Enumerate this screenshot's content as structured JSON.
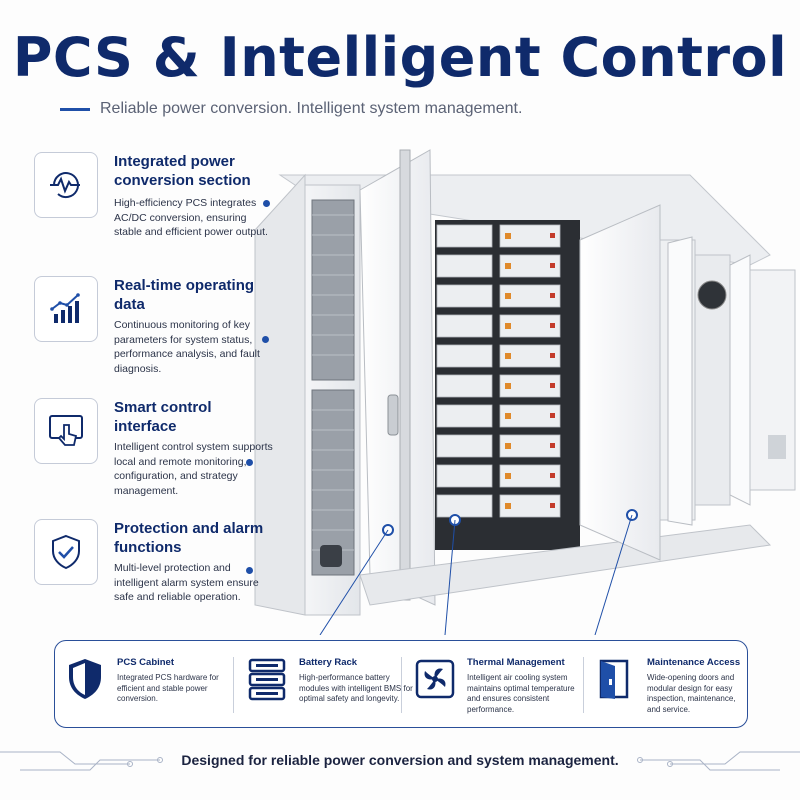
{
  "header": {
    "title": "PCS & Intelligent Control",
    "subtitle": "Reliable power conversion. Intelligent system management."
  },
  "features": [
    {
      "icon": "pulse-circle-icon",
      "title": "Integrated power conversion section",
      "text": "High-efficiency PCS integrates AC/DC conversion, ensuring stable and efficient power output."
    },
    {
      "icon": "bar-chart-growth-icon",
      "title": "Real-time operating data",
      "text": "Continuous monitoring of key parameters for system status, performance analysis, and fault diagnosis."
    },
    {
      "icon": "touch-screen-icon",
      "title": "Smart control interface",
      "text": "Intelligent control system supports local and remote monitoring, configuration, and strategy management."
    },
    {
      "icon": "shield-check-icon",
      "title": "Protection and alarm functions",
      "text": "Multi-level protection and intelligent alarm system ensure safe and reliable operation."
    }
  ],
  "components": [
    {
      "icon": "pcs-cabinet-shield-icon",
      "title": "PCS Cabinet",
      "text": "Integrated PCS hardware for efficient and stable power conversion."
    },
    {
      "icon": "battery-rack-icon",
      "title": "Battery Rack",
      "text": "High-performance battery modules with intelligent BMS for optimal safety and longevity."
    },
    {
      "icon": "fan-icon",
      "title": "Thermal Management",
      "text": "Intelligent air cooling system maintains optimal temperature and ensures consistent performance."
    },
    {
      "icon": "door-open-icon",
      "title": "Maintenance Access",
      "text": "Wide-opening doors and modular design for easy inspection, maintenance, and service."
    }
  ],
  "footer": {
    "text": "Designed for reliable power conversion and system management."
  },
  "colors": {
    "brand_navy": "#0f2a6b",
    "accent_blue": "#1f4fa8",
    "battery_orange": "#e08a2c"
  }
}
